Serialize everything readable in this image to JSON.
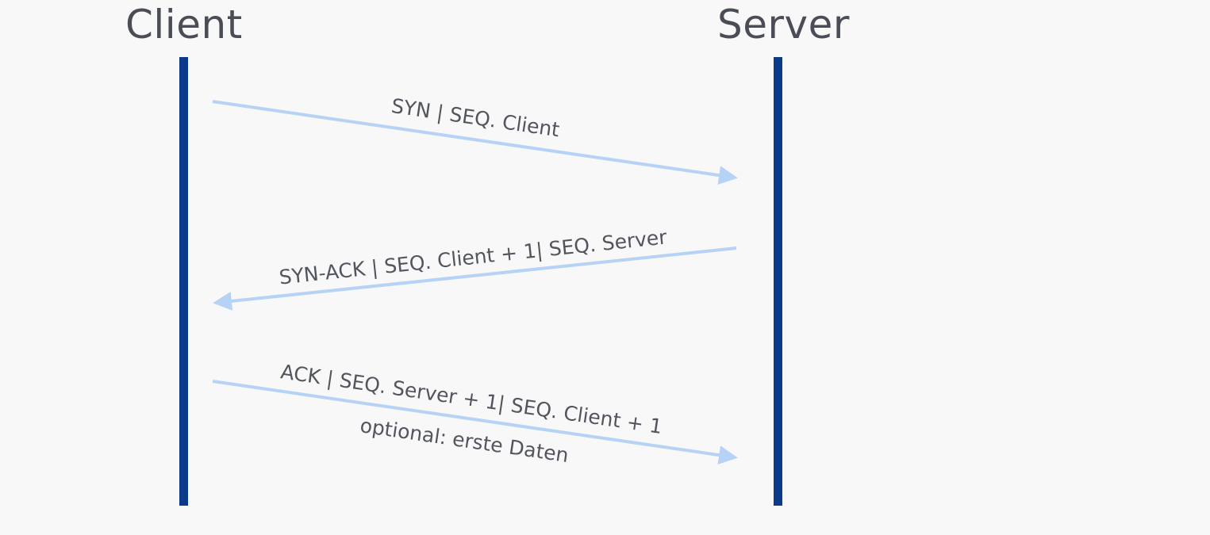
{
  "actors": {
    "client": "Client",
    "server": "Server"
  },
  "messages": [
    {
      "label": "SYN | SEQ. Client",
      "direction": "client-to-server"
    },
    {
      "label": "SYN-ACK | SEQ. Client + 1| SEQ. Server",
      "direction": "server-to-client"
    },
    {
      "label": "ACK | SEQ. Server + 1| SEQ. Client + 1",
      "sublabel": "optional: erste Daten",
      "direction": "client-to-server"
    }
  ],
  "colors": {
    "background": "#f8f8f9",
    "lifeline": "#0b3a8a",
    "arrow": "#b6d3f6",
    "text": "#52555d"
  }
}
